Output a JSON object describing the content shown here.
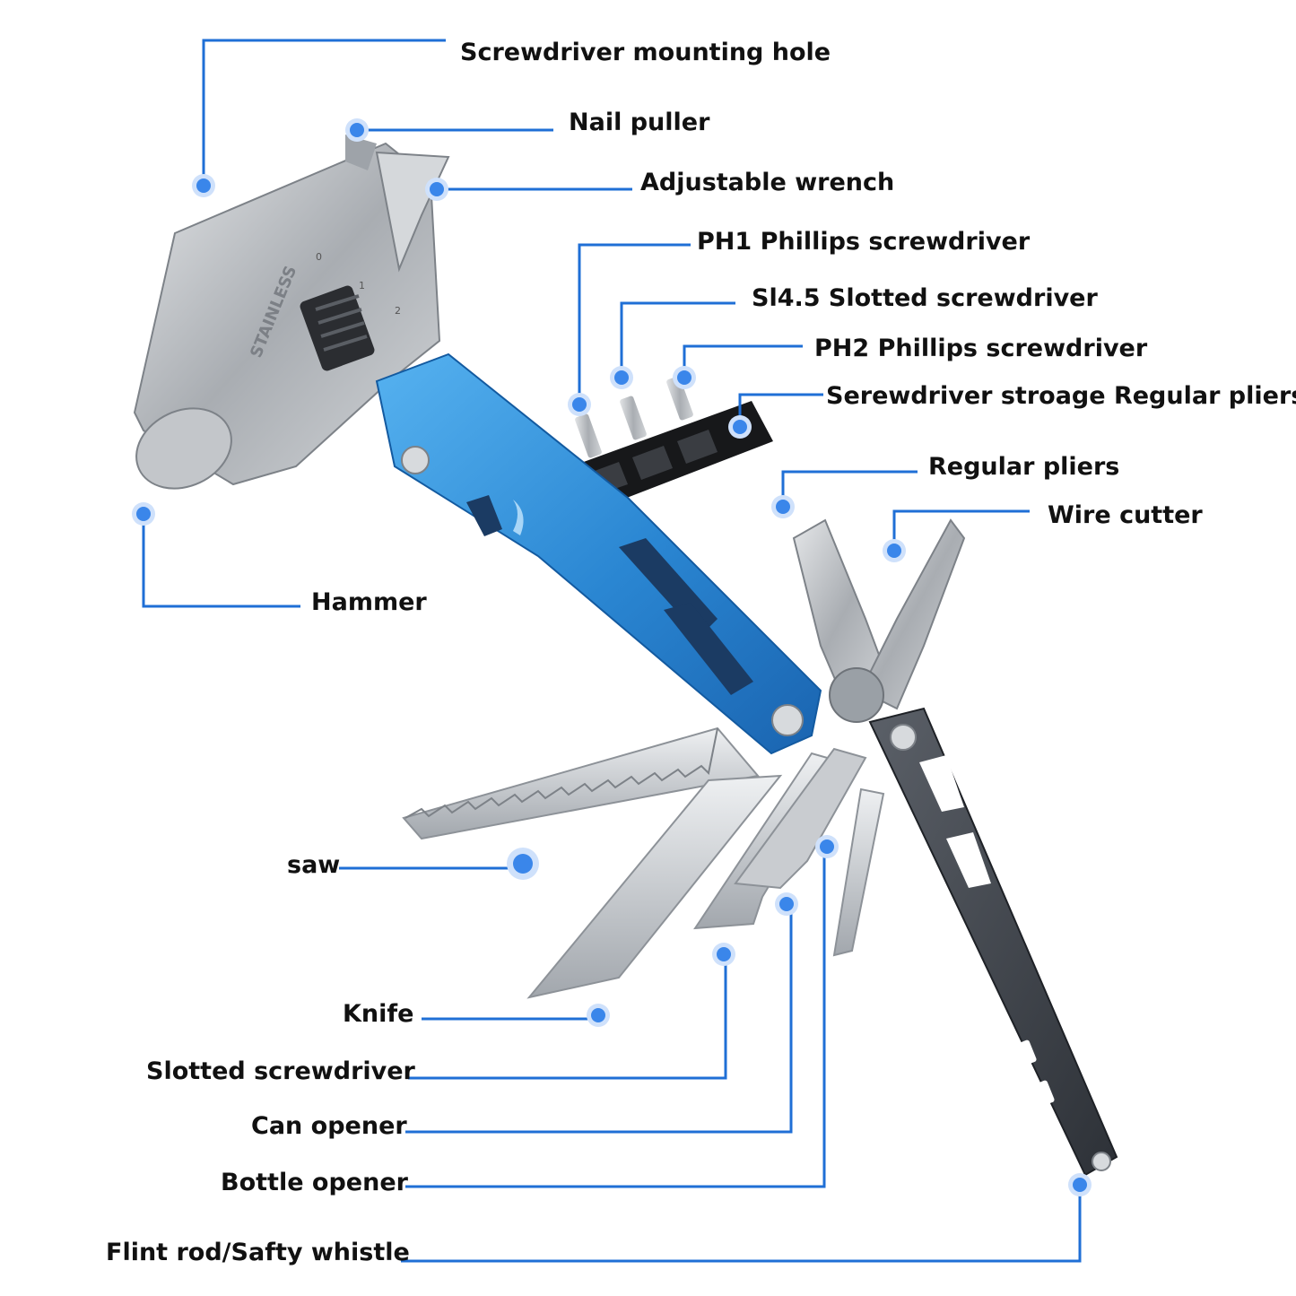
{
  "colors": {
    "leader": "#1f6fd6",
    "dot_fill": "#3a86ea",
    "dot_ring": "#cfe1fb",
    "blue_handle": "#2f8fd8",
    "steel": "#b9bcc0",
    "dark_handle": "#3b3f46"
  },
  "labels": {
    "screwdriver_mounting_hole": "Screwdriver mounting hole",
    "nail_puller": "Nail puller",
    "adjustable_wrench": "Adjustable wrench",
    "ph1_phillips": "PH1 Phillips screwdriver",
    "sl45_slotted": "Sl4.5 Slotted screwdriver",
    "ph2_phillips": "PH2 Phillips screwdriver",
    "screwdriver_storage": "Serewdriver stroage Regular pliers",
    "regular_pliers": "Regular pliers",
    "wire_cutter": "Wire cutter",
    "hammer": "Hammer",
    "saw": "saw",
    "knife": "Knife",
    "slotted_screwdriver": "Slotted screwdriver",
    "can_opener": "Can opener",
    "bottle_opener": "Bottle opener",
    "flint_rod": "Flint rod/Safty whistle"
  },
  "wrench_scale": [
    "0",
    "1",
    "2"
  ],
  "engraving": "STAINLESS"
}
